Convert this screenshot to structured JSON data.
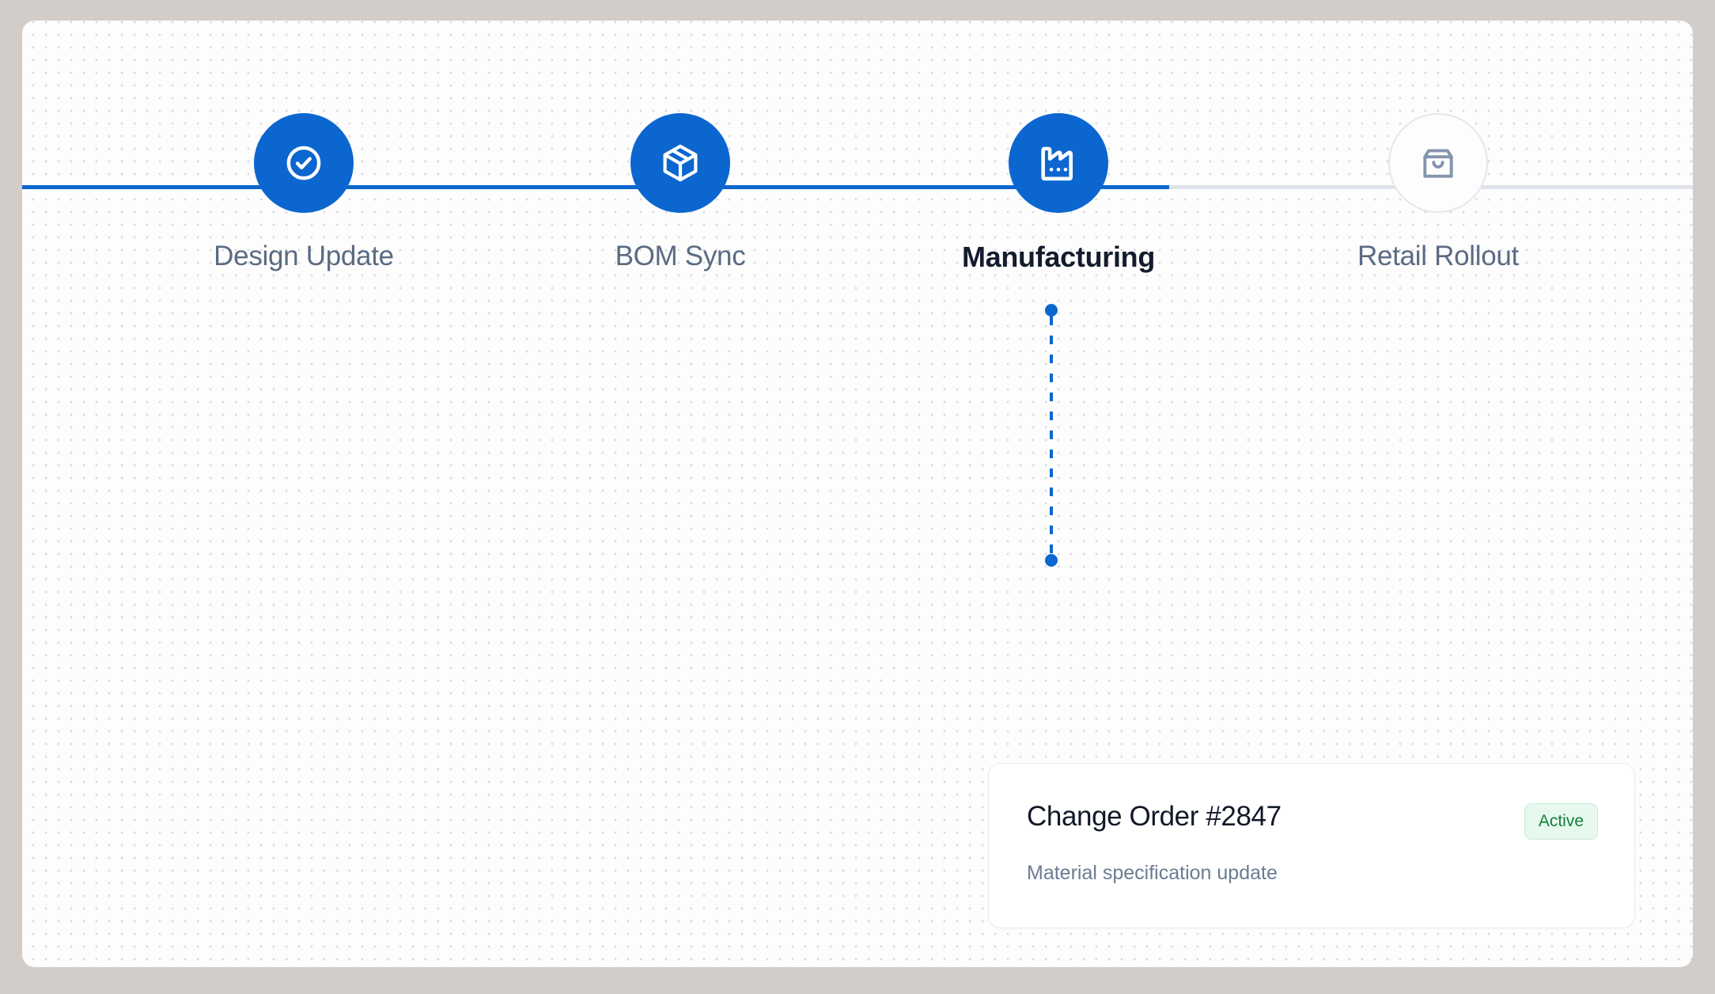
{
  "canvas": {
    "background_color": "#fdfdfd",
    "outer_background_color": "#d2cdc8",
    "dot_grid_color": "#d8dbe0"
  },
  "stepper": {
    "accent_color": "#0b66d0",
    "inactive_color": "#5a6b82",
    "track_inactive_color": "#dfe3ea",
    "steps": [
      {
        "label": "Design Update",
        "icon": "check-circle-icon",
        "state": "done"
      },
      {
        "label": "BOM Sync",
        "icon": "package-box-icon",
        "state": "done"
      },
      {
        "label": "Manufacturing",
        "icon": "factory-icon",
        "state": "active"
      },
      {
        "label": "Retail Rollout",
        "icon": "shopping-bag-icon",
        "state": "pending"
      }
    ]
  },
  "detail_card": {
    "title": "Change Order #2847",
    "subtitle": "Material specification update",
    "badge": {
      "label": "Active",
      "text_color": "#15803d",
      "background_color": "#e7f8ef",
      "border_color": "#c6ecd8"
    }
  }
}
